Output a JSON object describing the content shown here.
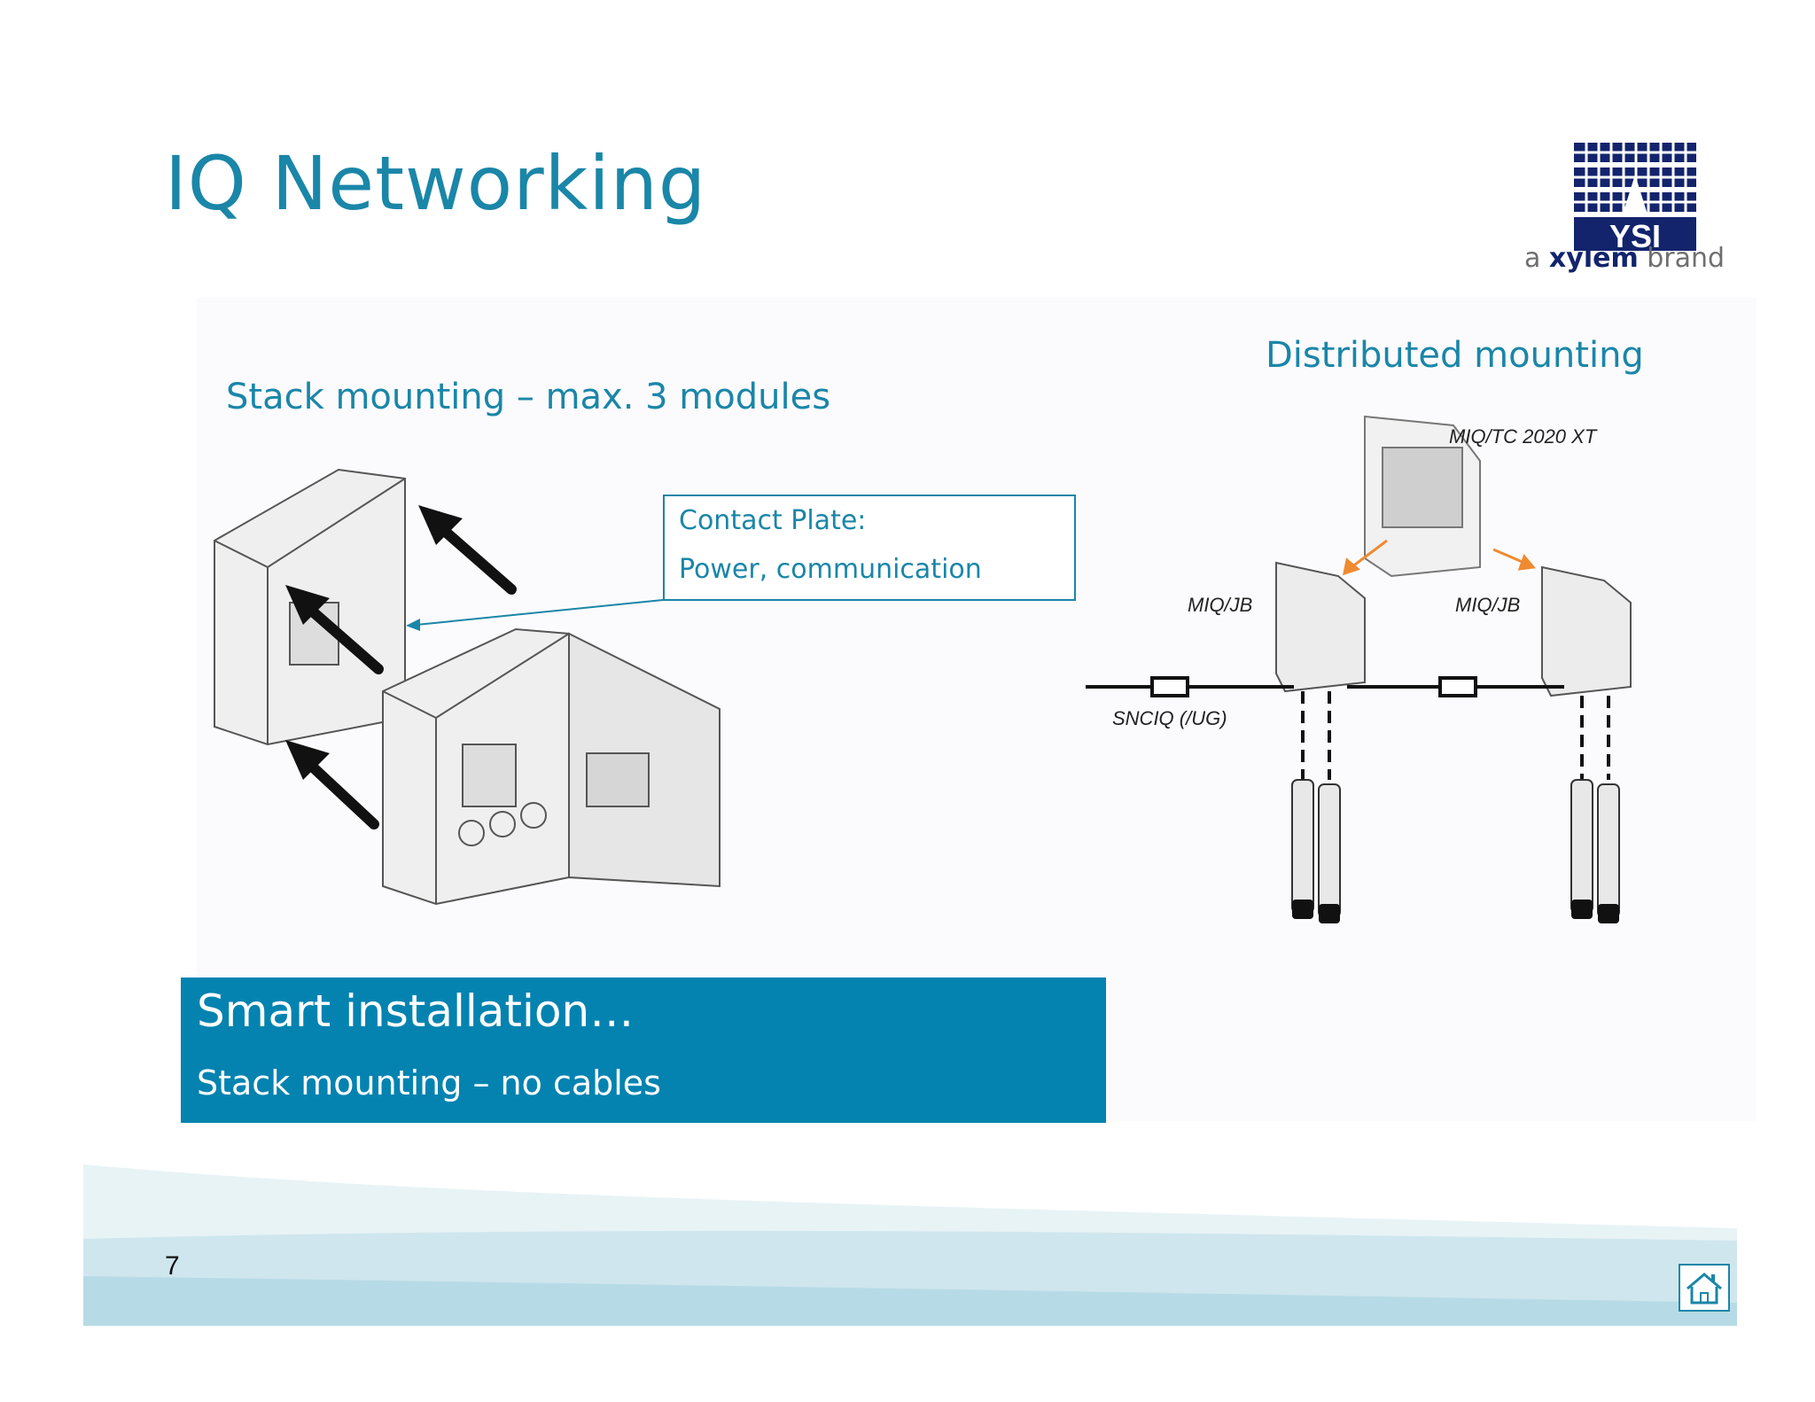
{
  "slide": {
    "title": "IQ Networking",
    "page_number": "7"
  },
  "logo": {
    "brand": "YSI",
    "tagline_prefix": "a ",
    "tagline_bold": "xylem",
    "tagline_suffix": " brand"
  },
  "stack": {
    "heading": "Stack mounting – max. 3 modules",
    "callout_line1": "Contact Plate:",
    "callout_line2": "Power, communication"
  },
  "distributed": {
    "heading": "Distributed mounting",
    "labels": {
      "controller": "MIQ/TC 2020 XT",
      "jb_left": "MIQ/JB",
      "jb_right": "MIQ/JB",
      "cable": "SNCIQ (/UG)"
    }
  },
  "banner": {
    "title": "Smart installation…",
    "subtitle": "Stack mounting – no cables",
    "color": "#0483b0"
  },
  "colors": {
    "accent": "#1a86a8",
    "logo_navy": "#13246d",
    "arrow_orange": "#f08a30"
  },
  "icons": {
    "home": "home-icon"
  }
}
